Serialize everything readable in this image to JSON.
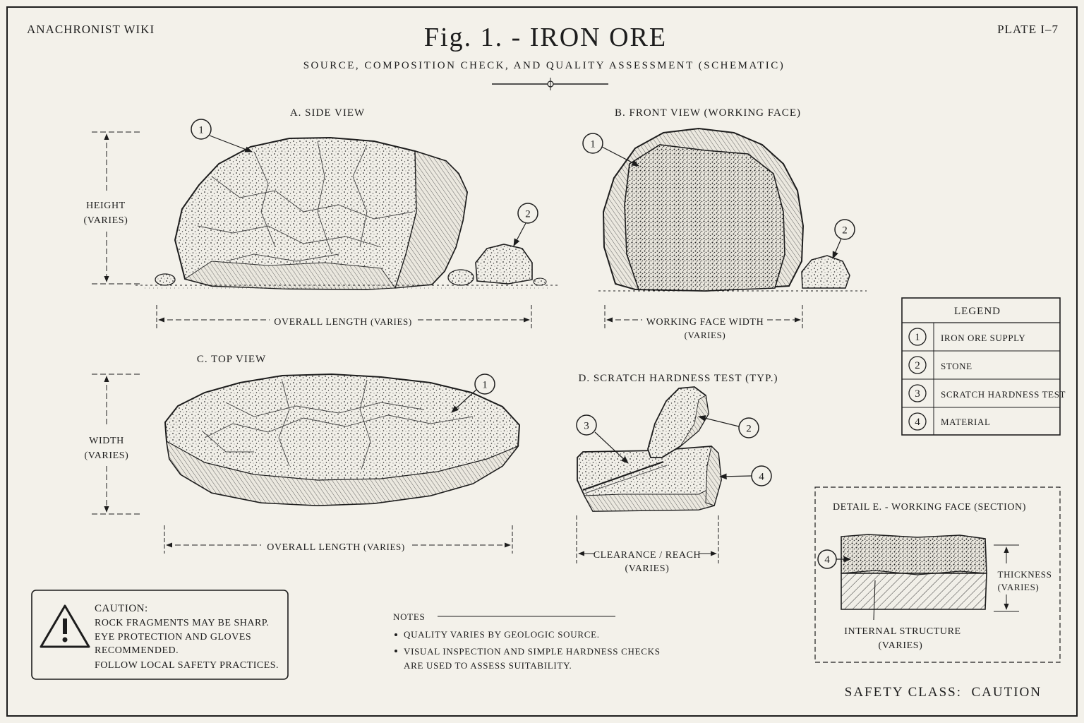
{
  "header": {
    "left": "ANACHRONIST WIKI",
    "title": "Fig. 1. - IRON ORE",
    "subtitle": "SOURCE, COMPOSITION CHECK, AND QUALITY ASSESSMENT (SCHEMATIC)",
    "plate": "PLATE I–7"
  },
  "views": {
    "a_title": "A. SIDE VIEW",
    "b_title": "B. FRONT VIEW (WORKING FACE)",
    "c_title": "C. TOP VIEW",
    "d_title": "D. SCRATCH HARDNESS TEST (TYP.)",
    "e_title": "DETAIL E. - WORKING FACE (SECTION)"
  },
  "dimensions": {
    "height_1": "HEIGHT",
    "height_2": "(VARIES)",
    "width_1": "WIDTH",
    "width_2": "(VARIES)",
    "overall_length": "OVERALL LENGTH",
    "varies_inline": "(VARIES)",
    "overall_length_c": "OVERALL LENGTH",
    "varies_inline_c": "(VARIES)",
    "working_face_width": "WORKING FACE WIDTH",
    "working_face_varies": "(VARIES)",
    "clearance": "CLEARANCE / REACH",
    "clearance_varies": "(VARIES)",
    "thickness": "THICKNESS",
    "thickness_varies": "(VARIES)",
    "internal_structure": "INTERNAL STRUCTURE",
    "internal_varies": "(VARIES)"
  },
  "callouts": {
    "one": "1",
    "two": "2",
    "three": "3",
    "four": "4"
  },
  "legend": {
    "title": "LEGEND",
    "items": [
      {
        "num": "1",
        "label": "IRON ORE SUPPLY"
      },
      {
        "num": "2",
        "label": "STONE"
      },
      {
        "num": "3",
        "label": "SCRATCH HARDNESS TEST"
      },
      {
        "num": "4",
        "label": "MATERIAL"
      }
    ]
  },
  "caution": {
    "heading": "CAUTION:",
    "lines": [
      "ROCK FRAGMENTS MAY BE SHARP.",
      "EYE PROTECTION AND GLOVES",
      "RECOMMENDED.",
      "FOLLOW LOCAL SAFETY PRACTICES."
    ],
    "icon": "warning-triangle-icon"
  },
  "notes": {
    "title": "NOTES",
    "bullet1": "QUALITY VARIES BY GEOLOGIC SOURCE.",
    "bullet2_line1": "VISUAL INSPECTION AND SIMPLE HARDNESS CHECKS",
    "bullet2_line2": "ARE USED TO ASSESS SUITABILITY."
  },
  "footer": {
    "safety": "SAFETY CLASS:  CAUTION"
  },
  "colors": {
    "paper": "#f3f1ea",
    "ink": "#1d1d1d"
  }
}
